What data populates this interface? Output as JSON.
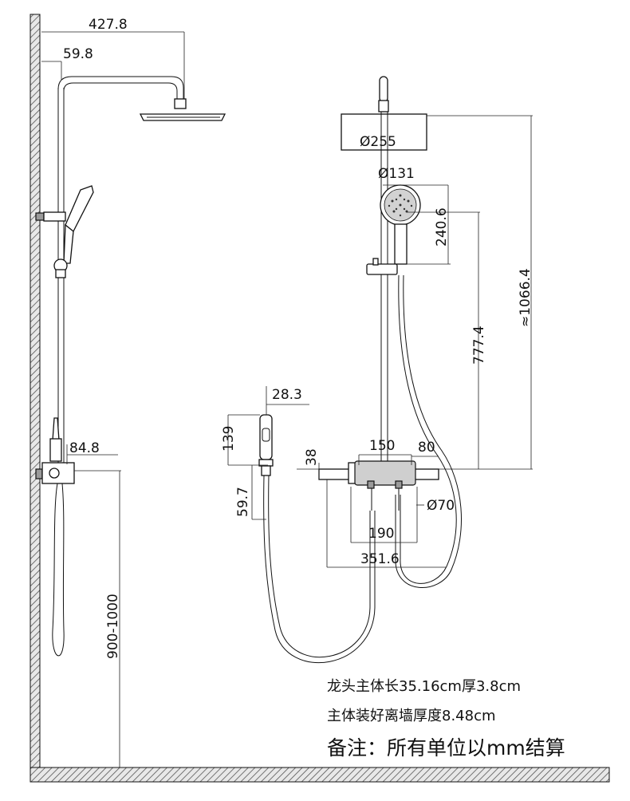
{
  "side_view": {
    "dim_arm_length": "427.8",
    "dim_wall_offset": "59.8",
    "dim_valve_depth": "84.8",
    "dim_install_height": "900-1000"
  },
  "front_view": {
    "dim_head_diameter": "Ø255",
    "dim_hand_diameter": "Ø131",
    "dim_hand_length": "240.6",
    "dim_slider_height": "777.4",
    "dim_total_height": "≈1066.4",
    "dim_spray_width": "28.3",
    "dim_spray_length": "139",
    "dim_spray_base": "59.7",
    "dim_body_height": "38",
    "dim_valve_spacing": "150",
    "dim_body_right": "80",
    "dim_knob_diameter": "Ø70",
    "dim_outlet_spacing": "190",
    "dim_body_length": "351.6"
  },
  "notes": {
    "line1": "龙头主体长35.16cm厚3.8cm",
    "line2": "主体装好离墙厚度8.48cm",
    "line3": "备注：所有单位以mm结算"
  },
  "colors": {
    "line": "#111111",
    "wall_hatch": "#555555",
    "background": "#ffffff"
  }
}
